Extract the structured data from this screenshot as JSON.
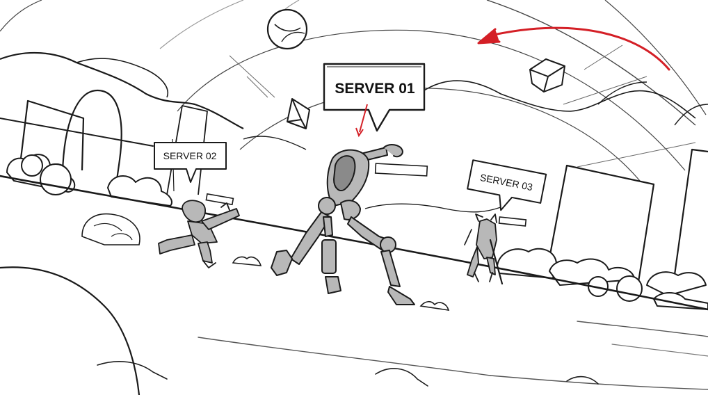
{
  "scene": {
    "labels": {
      "server_01": "SERVER 01",
      "server_02": "SERVER 02",
      "server_03": "SERVER 03"
    }
  },
  "colors": {
    "ink": "#1a1a1a",
    "light_ink": "#555555",
    "figure_fill": "#b8b8b8",
    "figure_dark": "#8a8a8a",
    "accent_arrow": "#d41f26",
    "paper": "#ffffff"
  }
}
